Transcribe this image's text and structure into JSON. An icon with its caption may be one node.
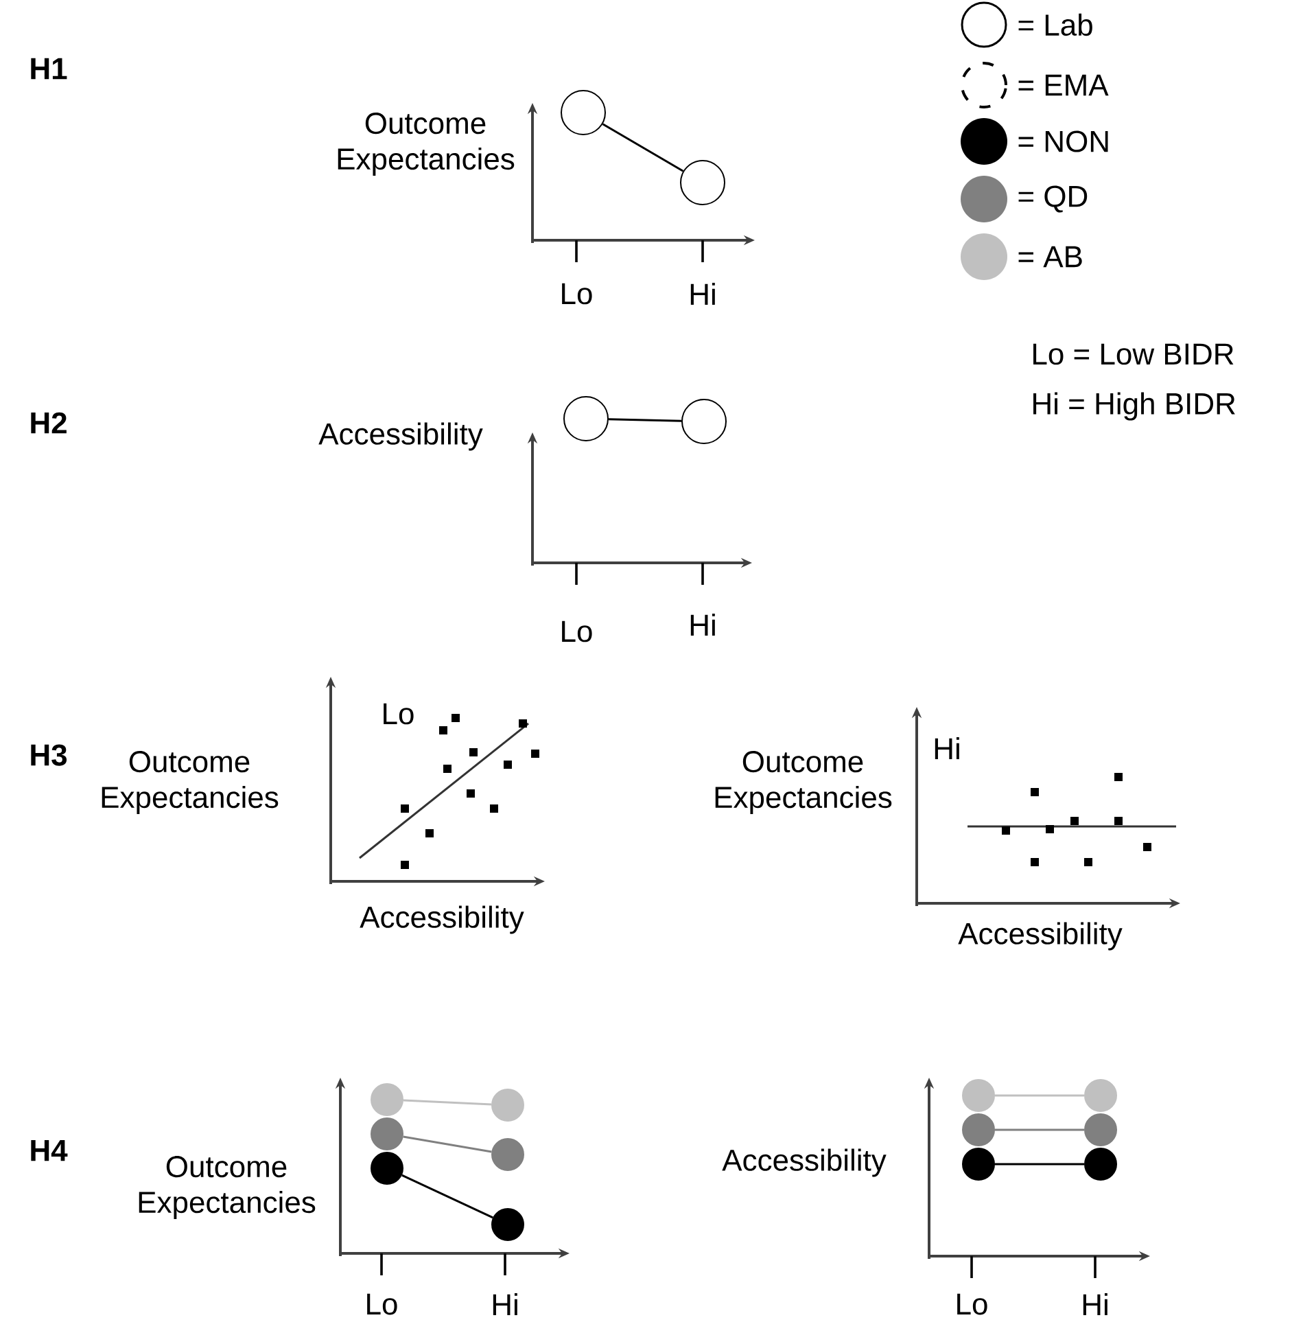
{
  "diagram": {
    "nodes": [
      {
        "text": [],
        "shape": "circle"
      },
      {
        "text": [],
        "shape": "circle"
      },
      {
        "text": [],
        "shape": "circle"
      },
      {
        "text": [],
        "shape": "circle"
      },
      {
        "text": [],
        "shape": "circle"
      },
      {
        "text": [],
        "shape": "circle"
      },
      {
        "text": [],
        "shape": "circle"
      },
      {
        "text": [],
        "shape": "circle"
      },
      {
        "text": [],
        "shape": "circle"
      },
      {
        "text": [],
        "shape": "circle"
      },
      {
        "text": [],
        "shape": "circle"
      },
      {
        "text": [],
        "shape": "circle"
      },
      {
        "text": [],
        "shape": "circle"
      },
      {
        "text": [],
        "shape": "circle"
      },
      {
        "text": [],
        "shape": "circle"
      },
      {
        "text": [],
        "shape": "circle"
      }
    ],
    "edges": [
      {
        "from": 0,
        "to": 1,
        "arrow": "none"
      },
      {
        "from": 2,
        "to": 3,
        "arrow": "none"
      },
      {
        "from": 4,
        "to": 7,
        "arrow": "none",
        "color": "#c0c0c0"
      },
      {
        "from": 5,
        "to": 8,
        "arrow": "none",
        "color": "#808080"
      },
      {
        "from": 6,
        "to": 9,
        "arrow": "none"
      },
      {
        "from": 10,
        "to": 13,
        "arrow": "none",
        "color": "#c0c0c0"
      },
      {
        "from": 11,
        "to": 14,
        "arrow": "none",
        "color": "#808080"
      },
      {
        "from": 12,
        "to": 15,
        "arrow": "none"
      }
    ],
    "labels": [
      "H1",
      "Outcome Expectancies",
      "Lo",
      "Hi",
      "Lo = Low BIDR",
      "Hi = High BIDR",
      "H2",
      "Accessibility",
      "Lo",
      "Hi",
      "H3",
      "Lo",
      "Outcome Expectancies",
      "Hi",
      "Outcome Expectancies",
      "Accessibility",
      "Accessibility",
      "H4",
      "Outcome Expectancies",
      "Accessibility",
      "Lo",
      "Hi",
      "Lo",
      "Hi"
    ],
    "legend": [
      {
        "text": "= Lab"
      },
      {
        "text": "= EMA"
      },
      {
        "text": "= NON",
        "color": "#000000"
      },
      {
        "text": "= QD",
        "color": "#808080"
      },
      {
        "text": "= AB",
        "color": "#c0c0c0"
      }
    ]
  }
}
